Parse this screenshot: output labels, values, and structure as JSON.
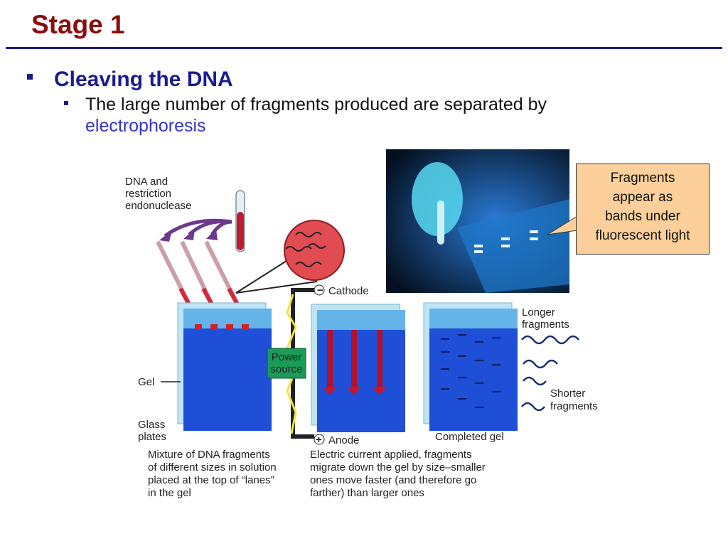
{
  "slide": {
    "title": "Stage 1",
    "bullet_main": "Cleaving the DNA",
    "bullet_sub_prefix": "The large number of fragments produced are separated by",
    "bullet_sub_highlight": "electrophoresis"
  },
  "figure": {
    "label_dna_line1": "DNA and",
    "label_dna_line2": "restriction",
    "label_dna_line3": "endonuclease",
    "label_cathode": "Cathode",
    "label_anode": "Anode",
    "label_power_line1": "Power",
    "label_power_line2": "source",
    "label_gel": "Gel",
    "label_glass_line1": "Glass",
    "label_glass_line2": "plates",
    "label_completed_gel": "Completed gel",
    "label_longer_line1": "Longer",
    "label_longer_line2": "fragments",
    "label_shorter_line1": "Shorter",
    "label_shorter_line2": "fragments",
    "caption_left": [
      "Mixture of DNA fragments",
      "of different sizes in solution",
      "placed at the top of “lanes”",
      "in the gel"
    ],
    "caption_mid": [
      "Electric current applied, fragments",
      "migrate down the gel by size–smaller",
      "ones move faster (and therefore go",
      "farther) than larger ones"
    ]
  },
  "callout": {
    "lines": [
      "Fragments",
      "appear as",
      "bands under",
      "fluorescent light"
    ]
  },
  "colors": {
    "title": "#8b0d0d",
    "bullet": "#1c1c8e",
    "highlight": "#3333cc",
    "gel_blue": "#1f4fd6",
    "callout_bg": "#fdd09b"
  }
}
